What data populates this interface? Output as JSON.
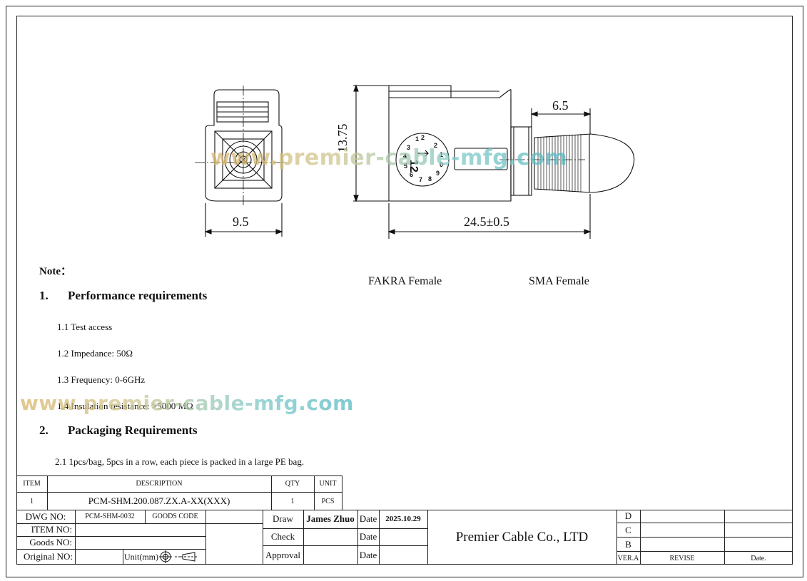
{
  "dimensions": {
    "front_width": "9.5",
    "side_height": "13.75",
    "side_length": "24.5±0.5",
    "sma_length": "6.5"
  },
  "labels": {
    "left_connector": "FAKRA Female",
    "right_connector": "SMA Female",
    "code_digit": "12"
  },
  "watermark": "www.premier-cable-mfg.com",
  "note": {
    "title": "Note：",
    "sections": [
      {
        "num": "1.",
        "title": "Performance requirements",
        "items": [
          "1.1 Test access",
          "1.2 Impedance: 50Ω",
          "1.3 Frequency: 0-6GHz",
          "1.4 Insulation resistance: >5000 MΩ"
        ]
      },
      {
        "num": "2.",
        "title": "Packaging Requirements",
        "items": [
          "2.1 1pcs/bag, 5pcs in a row, each piece is packed in a large PE bag."
        ]
      }
    ]
  },
  "bom": {
    "headers": {
      "item": "ITEM",
      "description": "DESCRIPTION",
      "qty": "QTY",
      "unit": "UNIT"
    },
    "rows": [
      {
        "item": "1",
        "description": "PCM-SHM.200.087.ZX.A-XX(XXX)",
        "qty": "1",
        "unit": "PCS"
      }
    ]
  },
  "title_block": {
    "dwg_no_label": "DWG NO:",
    "dwg_no": "PCM-SHM-0032",
    "goods_code_label": "GOODS CODE",
    "item_no_label": "ITEM NO:",
    "goods_no_label": "Goods NO:",
    "original_no_label": "Original NO:",
    "unit_label": "Unit(mm)",
    "draw_label": "Draw",
    "draw_name": "James Zhuo",
    "check_label": "Check",
    "approval_label": "Approval",
    "date_label": "Date",
    "draw_date": "2025.10.29",
    "company": "Premier Cable Co., LTD",
    "revisions": [
      "D",
      "C",
      "B"
    ],
    "ver_label": "VER.A",
    "revise_label": "REVISE",
    "date_col_label": "Date."
  }
}
